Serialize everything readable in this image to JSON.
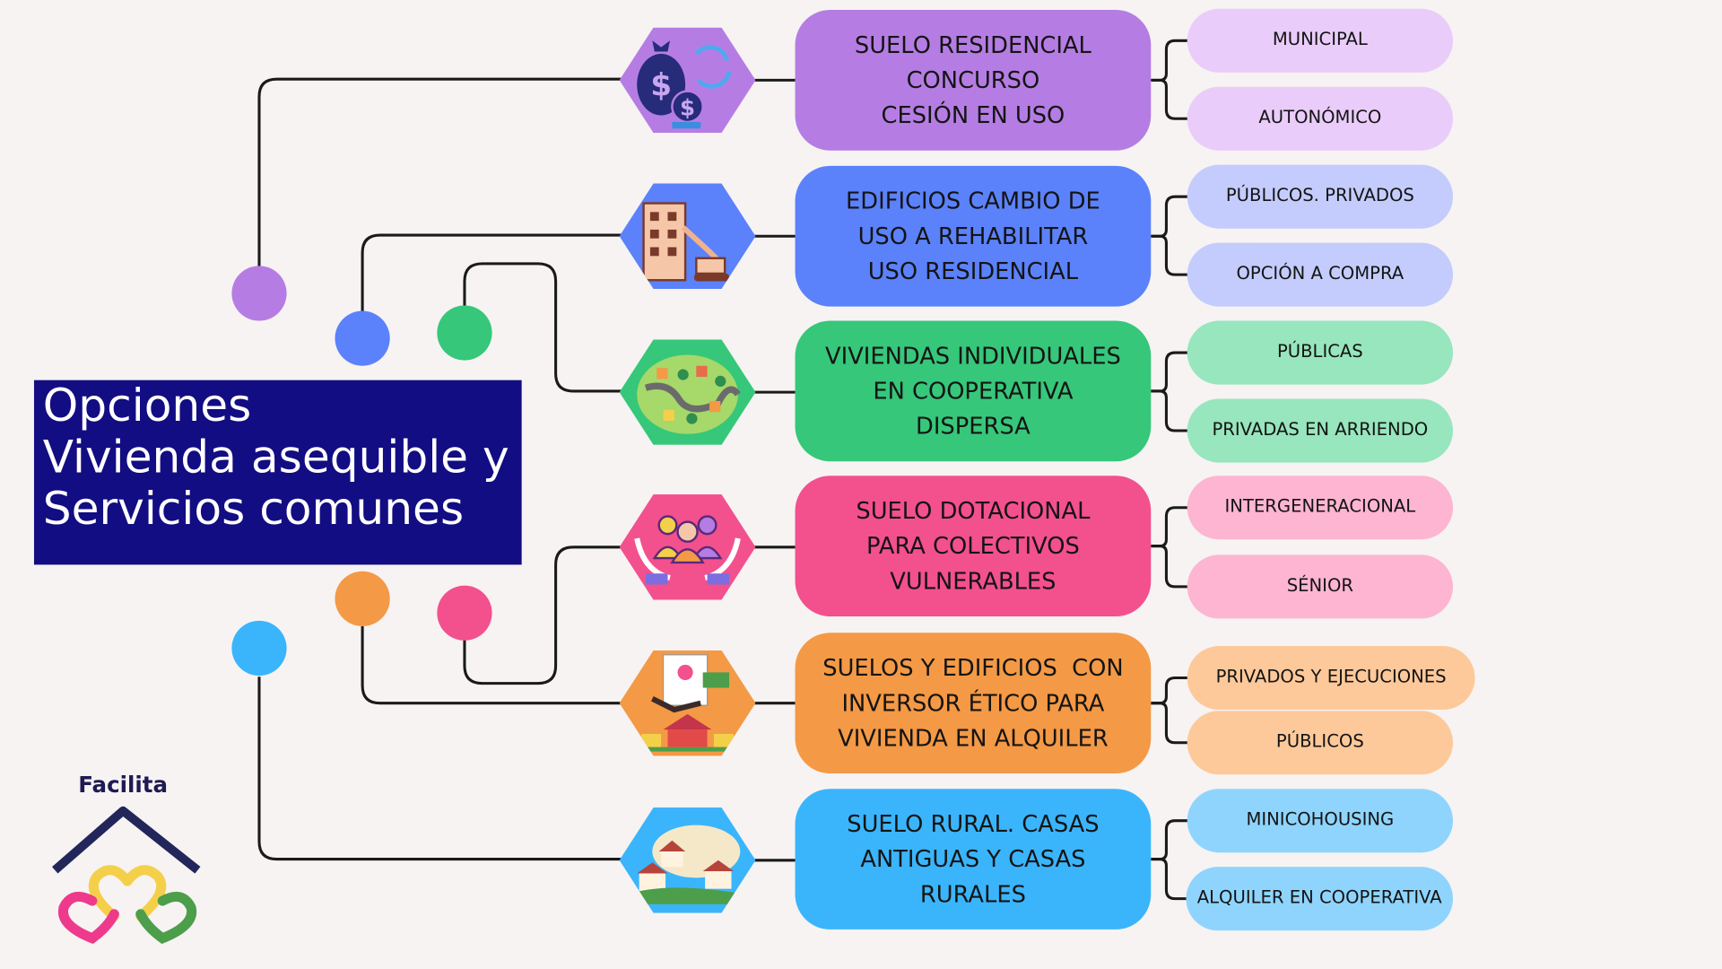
{
  "title": {
    "line1": "Opciones",
    "line2": "Vivienda asequible y",
    "line3": "Servicios comunes"
  },
  "colors": {
    "background": "#f6f3f2",
    "title_bg": "#120d82",
    "line": "#1a1a1a"
  },
  "categories": [
    {
      "lines": [
        "SUELO RESIDENCIAL",
        "CONCURSO",
        "CESIÓN EN USO"
      ],
      "color": "#b57de3",
      "light": "#eaccfb",
      "icon": "money-bag-cycle-icon",
      "options": [
        "MUNICIPAL",
        "AUTONÓMICO"
      ]
    },
    {
      "lines": [
        "EDIFICIOS CAMBIO DE",
        "USO A REHABILITAR",
        "USO RESIDENCIAL"
      ],
      "color": "#5b82fb",
      "light": "#c4ccfd",
      "icon": "building-crane-icon",
      "options": [
        "PÚBLICOS. PRIVADOS",
        "OPCIÓN A COMPRA"
      ]
    },
    {
      "lines": [
        "VIVIENDAS INDIVIDUALES",
        "EN COOPERATIVA",
        "DISPERSA"
      ],
      "color": "#36c77a",
      "light": "#97e6bd",
      "icon": "village-map-icon",
      "options": [
        "PÚBLICAS",
        "PRIVADAS EN ARRIENDO"
      ]
    },
    {
      "lines": [
        "SUELO DOTACIONAL",
        "PARA COLECTIVOS",
        "VULNERABLES"
      ],
      "color": "#f3508e",
      "light": "#fdb5d1",
      "icon": "people-hands-icon",
      "options": [
        "INTERGENERACIONAL",
        "SÉNIOR"
      ]
    },
    {
      "lines": [
        "SUELOS Y EDIFICIOS  CON",
        "INVERSOR ÉTICO PARA",
        "VIVIENDA EN ALQUILER"
      ],
      "color": "#f49945",
      "light": "#fec99a",
      "icon": "contract-house-icon",
      "options": [
        "PRIVADOS Y EJECUCIONES",
        "PÚBLICOS"
      ]
    },
    {
      "lines": [
        "SUELO RURAL. CASAS",
        "ANTIGUAS Y CASAS",
        "RURALES"
      ],
      "color": "#3ab5fc",
      "light": "#8fd4fd",
      "icon": "rural-houses-icon",
      "options": [
        "MINICOHOUSING",
        "ALQUILER EN COOPERATIVA"
      ]
    }
  ],
  "logo": {
    "name": "Facilita",
    "icon": "facilita-house-hearts-icon"
  }
}
